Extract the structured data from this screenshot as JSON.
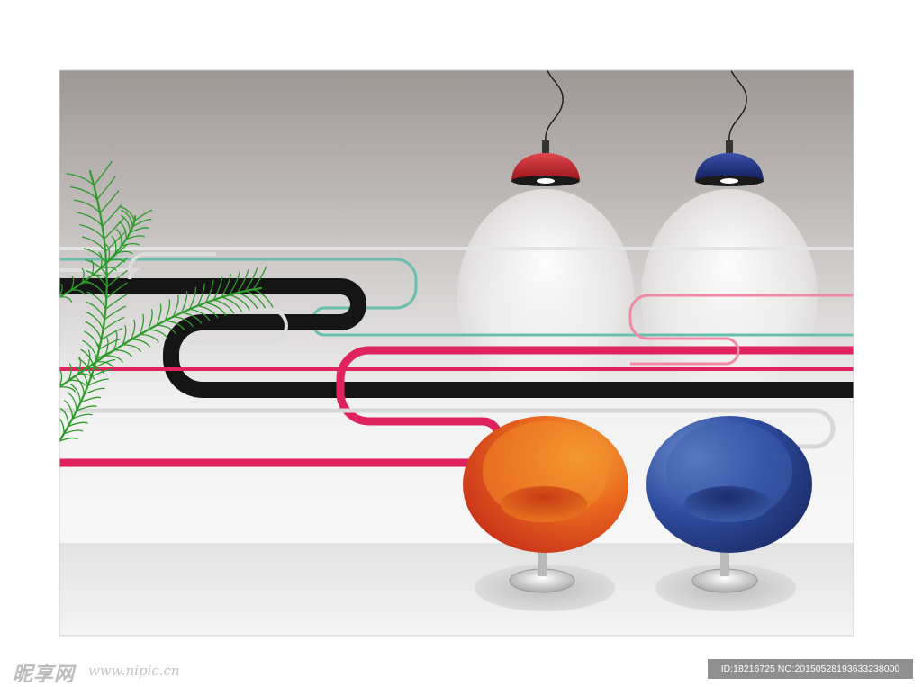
{
  "scene": {
    "colors": {
      "wall_top": "#9e9794",
      "wall_bottom": "#fbfbfb",
      "floor": "#ebebeb",
      "stripe_black": "#151515",
      "stripe_pink": "#e0225f",
      "stripe_teal": "#69bfae",
      "stripe_grey": "#d4d4d4",
      "stripe_lightpink": "#f08aa4",
      "lamp_red": "#c0242c",
      "lamp_blue": "#1e2f7a",
      "chair_orange": "#e85a1c",
      "chair_blue": "#2d4a9a",
      "plant": "#2e9a2a"
    },
    "objects": {
      "lamps": [
        "red-pendant-lamp",
        "blue-pendant-lamp"
      ],
      "chairs": [
        "orange-egg-chair",
        "blue-egg-chair"
      ],
      "plant": "palm-fronds"
    }
  },
  "watermark": {
    "logo": "昵享网",
    "url": "www.nipic.cn",
    "id_text": "ID:18216725 NO:20150528193633238000"
  }
}
